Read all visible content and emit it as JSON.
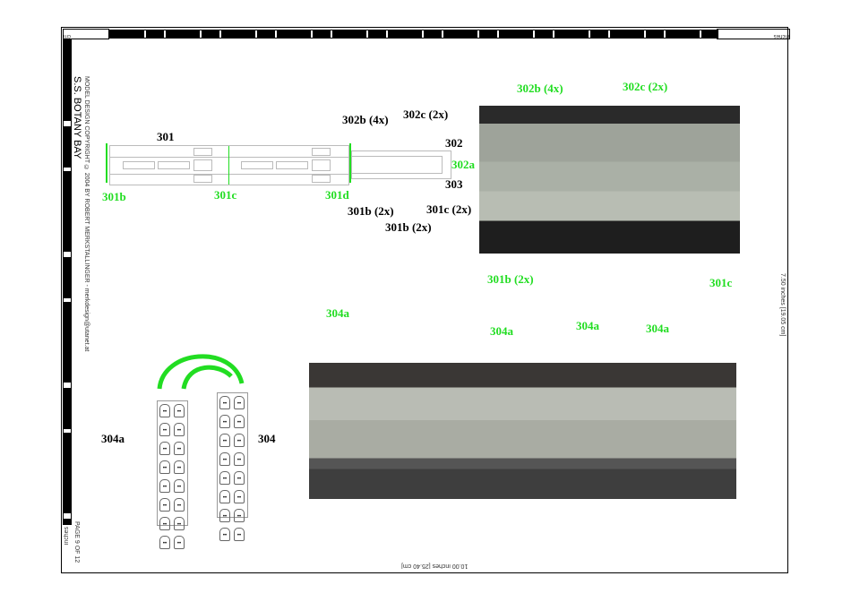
{
  "ruler": {
    "cm_label": "cm",
    "inches_label": "inches",
    "width_label": "10.00 inches [25.40 cm]",
    "height_label": "7.50 inches [19.05 cm]"
  },
  "sidebar": {
    "title": "S.S. BOTANY BAY",
    "copyright": "MODEL DESIGN COPYRIGHT © 2004 BY ROBERT MERKSTALLINGER - merkdesign@utanet.at",
    "page": "PAGE 9 OF 12",
    "units": "inches"
  },
  "diagram": {
    "labels": {
      "p301": "301",
      "p302": "302",
      "p302a": "302a",
      "p303": "303",
      "p301b": "301b",
      "p301c": "301c",
      "p301d": "301d",
      "p302b4": "302b (4x)",
      "p302c2": "302c (2x)",
      "p301b2a": "301b (2x)",
      "p301b2b": "301b (2x)",
      "p301c2": "301c (2x)"
    }
  },
  "photo1": {
    "labels": {
      "a": "302b (4x)",
      "b": "302c (2x)",
      "c": "301b (2x)",
      "d": "301c"
    }
  },
  "photo2": {
    "labels": [
      "304a",
      "304a",
      "304a",
      "304a"
    ]
  },
  "seating": {
    "left_label": "304a",
    "right_label": "304"
  },
  "colors": {
    "accent_green": "#22dd22"
  }
}
